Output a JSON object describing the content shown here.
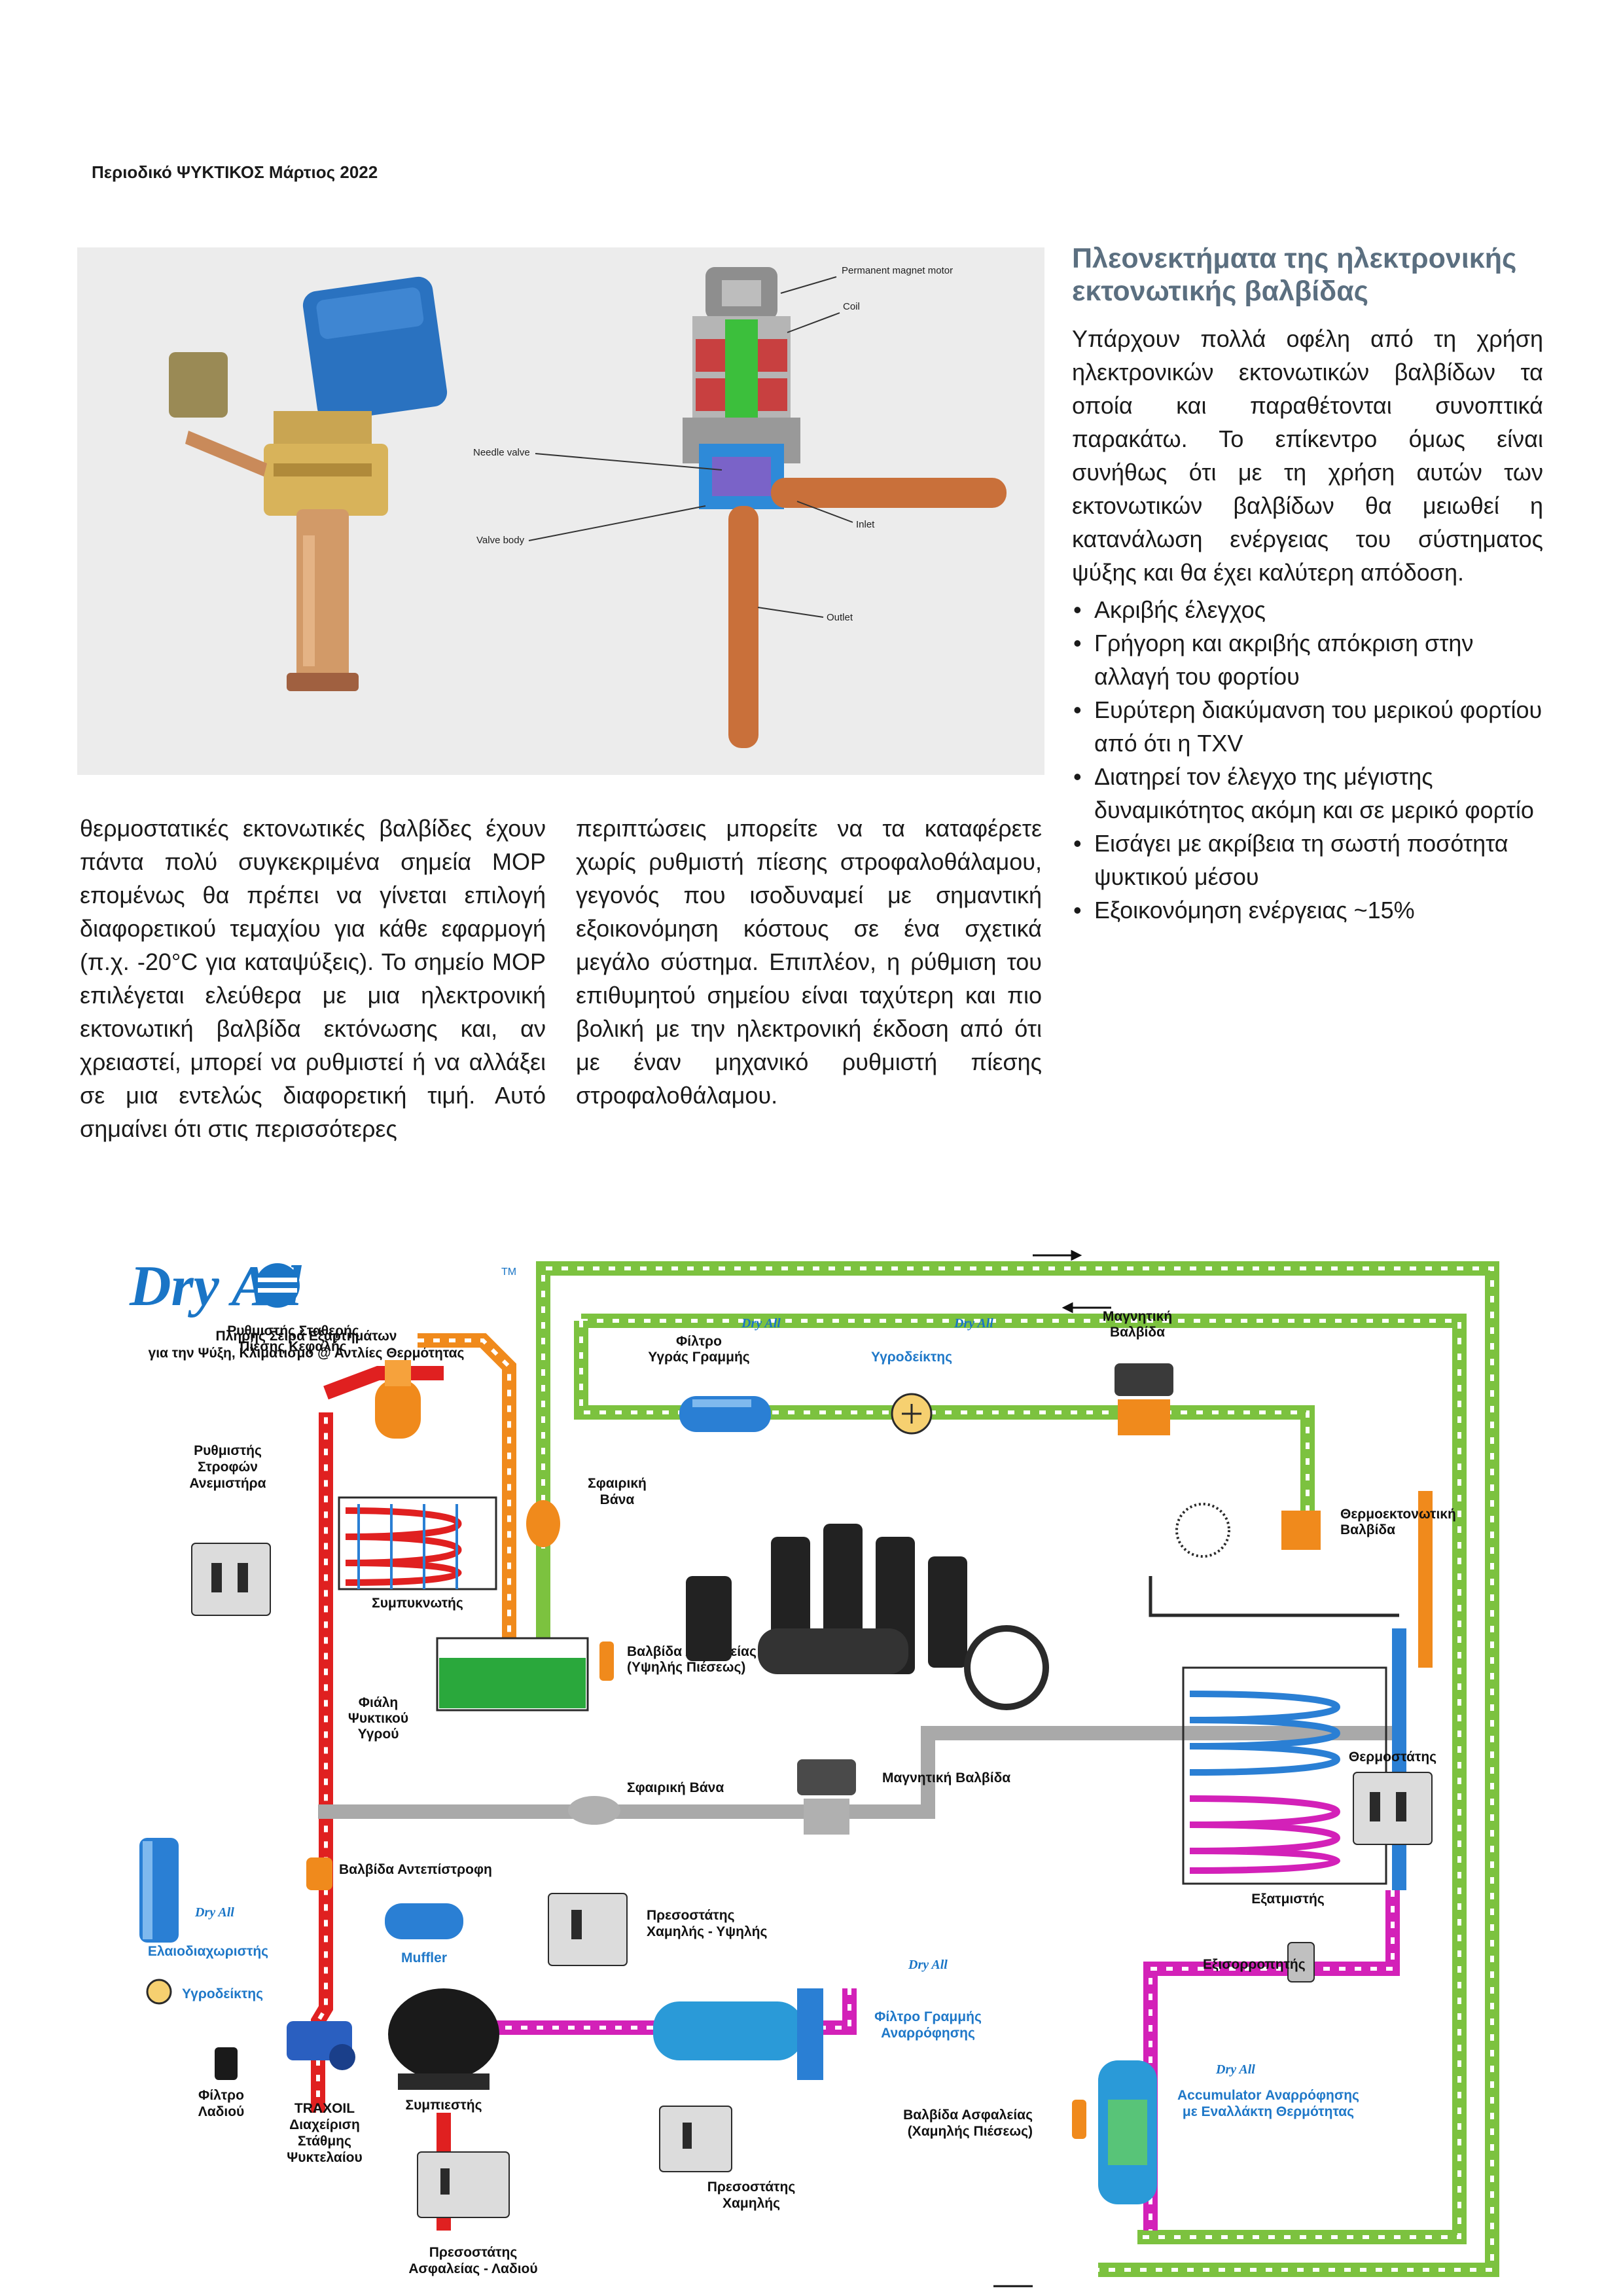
{
  "header": "Περιοδικό ΨΥΚΤΙΚΟΣ Μάρτιος 2022",
  "photo_labels": {
    "magnet": "Permanent magnet motor",
    "coil": "Coil",
    "needle": "Needle valve",
    "inlet": "Inlet",
    "body": "Valve body",
    "outlet": "Outlet"
  },
  "advantages": {
    "title": "Πλεονεκτήματα της ηλεκτρονικής εκτονωτικής βαλβίδας",
    "intro": "Υπάρχουν πολλά οφέλη από τη χρήση ηλεκτρονικών εκτονωτικών βαλβίδων τα οποία και παραθέτονται συνοπτικά παρακάτω. Το επίκεντρο όμως είναι συνήθως ότι με τη χρήση αυτών των εκτονωτικών βαλβίδων θα μειωθεί η κατανάλωση ενέργειας του σύστηματος ψύξης και θα έχει καλύτερη απόδοση.",
    "bullets": [
      "Ακριβής έλεγχος",
      "Γρήγορη και ακριβής απόκριση στην αλλαγή του φορτίου",
      "Ευρύτερη διακύμανση του μερικού φορτίου από ότι η TXV",
      "Διατηρεί τον έλεγχο της μέγιστης δυναμικότητος ακόμη και σε μερικό φορτίο",
      "Εισάγει με ακρίβεια τη σωστή ποσότητα ψυκτικού μέσου",
      "Εξοικονόμηση ενέργειας ~15%"
    ]
  },
  "body_col1": "θερμοστατικές εκτονωτικές βαλβίδες έχουν πάντα πολύ συγκεκριμένα σημεία MOP επομένως θα πρέπει να γίνεται επιλογή διαφορετικού τεμαχίου για κάθε εφαρμογή (π.χ. -20°C για καταψύξεις). Το σημείο MOP επιλέγεται ελεύθερα με μια ηλεκτρονική εκτονωτική βαλβίδα εκτόνωσης και, αν χρειαστεί, μπορεί να ρυθμιστεί ή να αλλάξει σε μια εντελώς διαφορετική τιμή. Αυτό σημαίνει ότι στις περισσότερες",
  "body_col2": "περιπτώσεις μπορείτε να τα καταφέρετε χωρίς ρυθμιστή πίεσης στροφαλοθάλαμου, γεγονός που ισοδυναμεί με σημαντική εξοικονόμηση κόστους σε ένα σχετικά μεγάλο σύστημα. Επιπλέον, η ρύθμιση του επιθυμητού σημείου είναι ταχύτερη και πιο βολική με την ηλεκτρονική έκδοση από ότι με έναν μηχανικό ρυθμιστή πίεσης στροφαλοθάλαμου.",
  "diagram": {
    "brand": "Dry All",
    "tm": "TM",
    "mini_brand": "Dry All",
    "tagline1": "Πλήρης Σειρά Εξαρτημάτων",
    "tagline2": "για την Ψύξη, Κλιματισμό @ Αντλίες Θερμότητας",
    "filter_liquid_1": "Φίλτρο",
    "filter_liquid_2": "Υγράς Γραμμής",
    "sight_glass_top": "Υγροδείκτης",
    "solenoid_top_1": "Μαγνητική",
    "solenoid_top_2": "Βαλβίδα",
    "head_reg_1": "Ρυθμιστής Σταθερής",
    "head_reg_2": "Πίεσης Κεφαλής",
    "ball_valve_v_1": "Σφαιρική",
    "ball_valve_v_2": "Βάνα",
    "txv_1": "Θερμοεκτονωτική",
    "txv_2": "Βαλβίδα",
    "fan_reg_1": "Ρυθμιστής",
    "fan_reg_2": "Στροφών",
    "fan_reg_3": "Ανεμιστήρα",
    "condenser": "Συμπυκνωτής",
    "relief_high_1": "Βαλβίδα Ασφαλείας",
    "relief_high_2": "(Υψηλής Πιέσεως)",
    "receiver_1": "Φιάλη",
    "receiver_2": "Ψυκτικού",
    "receiver_3": "Υγρού",
    "ball_valve_h": "Σφαιρική Βάνα",
    "solenoid_mid": "Μαγνητική Βαλβίδα",
    "thermostat": "Θερμοστάτης",
    "check_valve": "Βαλβίδα Αντεπίστροφη",
    "evaporator": "Εξατμιστής",
    "oil_separator": "Ελαιοδιαχωριστής",
    "muffler": "Muffler",
    "dual_ps_1": "Πρεσοστάτης",
    "dual_ps_2": "Χαμηλής - Υψηλής",
    "equalizer": "Εξισορροπητής",
    "sight_glass_oil": "Υγροδείκτης",
    "suction_filter_1": "Φίλτρο Γραμμής",
    "suction_filter_2": "Αναρρόφησης",
    "compressor": "Συμπιεστής",
    "oil_filter_1": "Φίλτρο",
    "oil_filter_2": "Λαδιού",
    "traxoil_1": "TRAXOIL",
    "traxoil_2": "Διαχείριση",
    "traxoil_3": "Στάθμης",
    "traxoil_4": "Ψυκτελαίου",
    "relief_low_1": "Βαλβίδα Ασφαλείας",
    "relief_low_2": "(Χαμηλής Πιέσεως)",
    "accumulator_1": "Accumulator Αναρρόφησης",
    "accumulator_2": "με Εναλλάκτη Θερμότητας",
    "low_ps_1": "Πρεσοστάτης",
    "low_ps_2": "Χαμηλής",
    "oil_ps_1": "Πρεσοστάτης",
    "oil_ps_2": "Ασφαλείας - Λαδιού"
  },
  "colors": {
    "liquid_line": "#7cc23f",
    "discharge_line": "#e02020",
    "condensed_line": "#f08a1c",
    "suction_line": "#d321b8",
    "evap_line": "#2a7fd4",
    "gray_line": "#a9a9a9",
    "brand": "#1a75c6",
    "title": "#5b6f80"
  }
}
